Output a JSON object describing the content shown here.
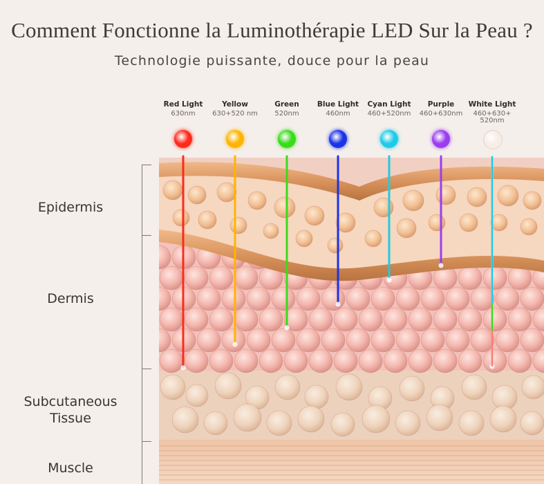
{
  "title": "Comment Fonctionne la Luminothérapie LED Sur la Peau ?",
  "subtitle": "Technologie puissante, douce pour la peau",
  "lights": [
    {
      "name": "Red Light",
      "wavelength": "630nm",
      "color": "#ff2a1a",
      "depth": "subcutaneous"
    },
    {
      "name": "Yellow",
      "wavelength": "630+520 nm",
      "color": "#ffb400",
      "depth": "dermis"
    },
    {
      "name": "Green",
      "wavelength": "520nm",
      "color": "#3bdb1c",
      "depth": "dermis"
    },
    {
      "name": "Blue Light",
      "wavelength": "460nm",
      "color": "#1a33e6",
      "depth": "dermis"
    },
    {
      "name": "Cyan Light",
      "wavelength": "460+520nm",
      "color": "#1ecbe6",
      "depth": "dermis"
    },
    {
      "name": "Purple",
      "wavelength": "460+630nm",
      "color": "#9a3df0",
      "depth": "dermis"
    },
    {
      "name": "White Light",
      "wavelength": "460+630+\n520nm",
      "color": "#f7ede6",
      "depth": "dermis"
    }
  ],
  "layers": [
    {
      "name": "Epidermis"
    },
    {
      "name": "Dermis"
    },
    {
      "name": "Subcutaneous\nTissue"
    },
    {
      "name": "Muscle"
    }
  ],
  "colors": {
    "background": "#f4efeb",
    "epidermis_band": "#e0a06e",
    "dermis_cells": "#f2b3ab",
    "subcutaneous": "#eac9b2",
    "muscle": "#f0c9ae"
  }
}
